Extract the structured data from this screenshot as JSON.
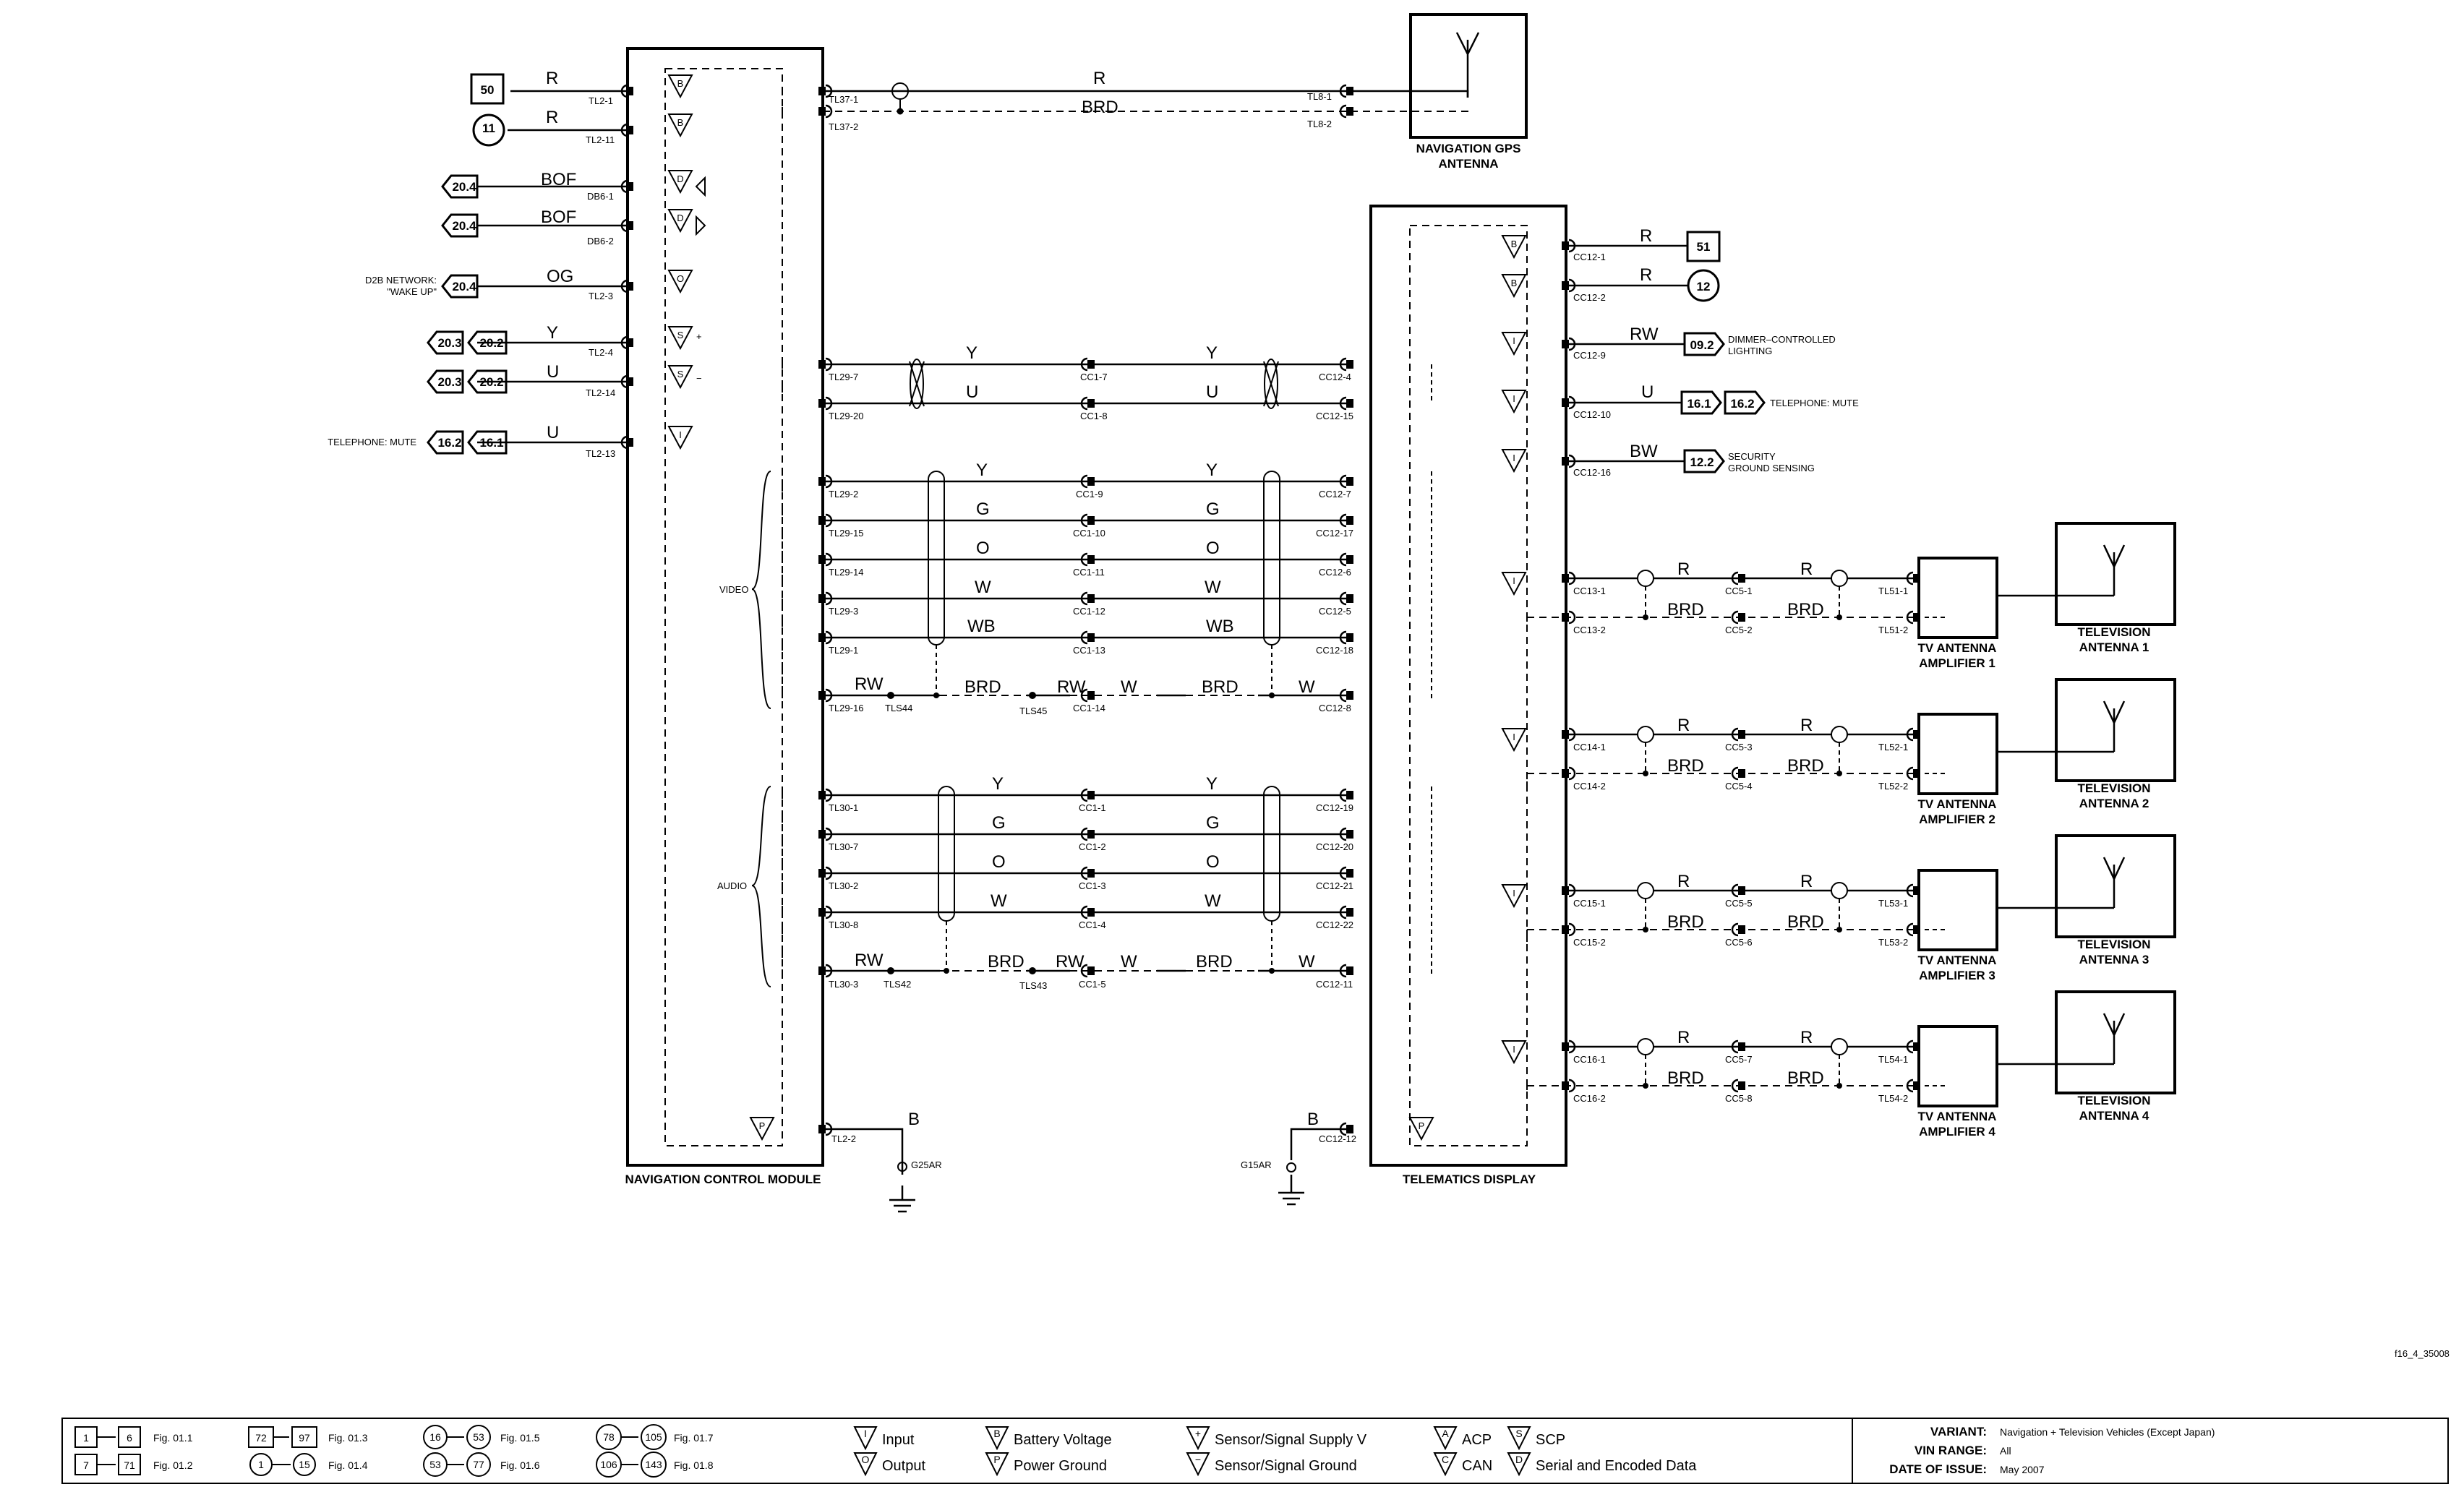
{
  "components": {
    "nav_module": "NAVIGATION CONTROL MODULE",
    "telematics": "TELEMATICS DISPLAY",
    "gps_antenna_l1": "NAVIGATION GPS",
    "gps_antenna_l2": "ANTENNA",
    "tv_amp_l1": "TV ANTENNA",
    "tv_amp": [
      "AMPLIFIER 1",
      "AMPLIFIER 2",
      "AMPLIFIER 3",
      "AMPLIFIER 4"
    ],
    "tv_ant_l1": "TELEVISION",
    "tv_ant": [
      "ANTENNA 1",
      "ANTENNA 2",
      "ANTENNA 3",
      "ANTENNA 4"
    ]
  },
  "groups": {
    "video": "VIDEO",
    "audio": "AUDIO"
  },
  "grounds": {
    "left": "G25AR",
    "right": "G15AR"
  },
  "left_refs": {
    "r50": "50",
    "r11": "11",
    "r204": "20.4",
    "r203": "20.3",
    "r202": "20.2",
    "r162": "16.2",
    "r161": "16.1",
    "d2b_l1": "D2B NETWORK:",
    "d2b_l2": "\"WAKE UP\"",
    "tel_mute": "TELEPHONE: MUTE"
  },
  "left_wires": {
    "R": "R",
    "BOF": "BOF",
    "OG": "OG",
    "Y": "Y",
    "U": "U"
  },
  "left_pins": [
    "TL2-1",
    "TL2-11",
    "DB6-1",
    "DB6-2",
    "TL2-3",
    "TL2-4",
    "TL2-14",
    "TL2-13"
  ],
  "gps": {
    "pins_l": [
      "TL37-1",
      "TL37-2"
    ],
    "pins_r": [
      "TL8-1",
      "TL8-2"
    ],
    "wire_r": "R",
    "wire_brd": "BRD"
  },
  "mid_top": {
    "pins_l": [
      "TL29-7",
      "TL29-20"
    ],
    "pins_c": [
      "CC1-7",
      "CC1-8"
    ],
    "pins_r": [
      "CC12-4",
      "CC12-15"
    ],
    "wires": [
      "Y",
      "U"
    ]
  },
  "video": {
    "pins_l": [
      "TL29-2",
      "TL29-15",
      "TL29-14",
      "TL29-3",
      "TL29-1",
      "TL29-16"
    ],
    "pins_c": [
      "CC1-9",
      "CC1-10",
      "CC1-11",
      "CC1-12",
      "CC1-13",
      "CC1-14"
    ],
    "pins_r": [
      "CC12-7",
      "CC12-17",
      "CC12-6",
      "CC12-5",
      "CC12-18",
      "CC12-8"
    ],
    "wires": [
      "Y",
      "G",
      "O",
      "W",
      "WB"
    ],
    "splices": [
      "TLS44",
      "TLS45"
    ]
  },
  "audio": {
    "pins_l": [
      "TL30-1",
      "TL30-7",
      "TL30-2",
      "TL30-8",
      "TL30-3"
    ],
    "pins_c": [
      "CC1-1",
      "CC1-2",
      "CC1-3",
      "CC1-4",
      "CC1-5"
    ],
    "pins_r": [
      "CC12-19",
      "CC12-20",
      "CC12-21",
      "CC12-22",
      "CC12-11"
    ],
    "wires": [
      "Y",
      "G",
      "O",
      "W"
    ],
    "splices": [
      "TLS42",
      "TLS43"
    ]
  },
  "shield_wires": {
    "RW": "RW",
    "BRD": "BRD",
    "W": "W"
  },
  "gnd": {
    "pin_l": "TL2-2",
    "pin_r": "CC12-12",
    "wire": "B"
  },
  "right_pins": [
    "CC12-1",
    "CC12-2",
    "CC12-9",
    "CC12-10",
    "CC12-16"
  ],
  "right_wires": {
    "R": "R",
    "RW": "RW",
    "U": "U",
    "BW": "BW"
  },
  "right_refs": {
    "r51": "51",
    "r12": "12",
    "r092": "09.2",
    "r161": "16.1",
    "r162": "16.2",
    "r122": "12.2",
    "dim_l1": "DIMMER–CONTROLLED",
    "dim_l2": "LIGHTING",
    "tel_mute": "TELEPHONE: MUTE",
    "sec_l1": "SECURITY",
    "sec_l2": "GROUND SENSING"
  },
  "tv": [
    {
      "pins_l": [
        "CC13-1",
        "CC13-2"
      ],
      "pins_c": [
        "CC5-1",
        "CC5-2"
      ],
      "pins_r": [
        "TL51-1",
        "TL51-2"
      ]
    },
    {
      "pins_l": [
        "CC14-1",
        "CC14-2"
      ],
      "pins_c": [
        "CC5-3",
        "CC5-4"
      ],
      "pins_r": [
        "TL52-1",
        "TL52-2"
      ]
    },
    {
      "pins_l": [
        "CC15-1",
        "CC15-2"
      ],
      "pins_c": [
        "CC5-5",
        "CC5-6"
      ],
      "pins_r": [
        "TL53-1",
        "TL53-2"
      ]
    },
    {
      "pins_l": [
        "CC16-1",
        "CC16-2"
      ],
      "pins_c": [
        "CC5-7",
        "CC5-8"
      ],
      "pins_r": [
        "TL54-1",
        "TL54-2"
      ]
    }
  ],
  "tv_wires": {
    "R": "R",
    "BRD": "BRD"
  },
  "pin_sym": {
    "B": "B",
    "D": "D",
    "O": "O",
    "S": "S",
    "I": "I",
    "P": "P",
    "plus": "+",
    "minus": "−"
  },
  "fig_code": "f16_4_35008",
  "legend": {
    "figs": [
      {
        "a": "1",
        "b": "6",
        "fig": "Fig. 01.1"
      },
      {
        "a": "7",
        "b": "71",
        "fig": "Fig. 01.2"
      },
      {
        "a": "72",
        "b": "97",
        "fig": "Fig. 01.3"
      },
      {
        "a": "1",
        "b": "15",
        "fig": "Fig. 01.4"
      },
      {
        "a": "16",
        "b": "53",
        "fig": "Fig. 01.5"
      },
      {
        "a": "53",
        "b": "77",
        "fig": "Fig. 01.6"
      },
      {
        "a": "78",
        "b": "105",
        "fig": "Fig. 01.7"
      },
      {
        "a": "106",
        "b": "143",
        "fig": "Fig. 01.8"
      }
    ],
    "symbols": {
      "input": "Input",
      "output": "Output",
      "battery": "Battery Voltage",
      "power_gnd": "Power Ground",
      "sens_supply": "Sensor/Signal Supply V",
      "sens_gnd": "Sensor/Signal Ground",
      "acp": "ACP",
      "can": "CAN",
      "scp": "SCP",
      "serial": "Serial and Encoded Data"
    },
    "sym_letters": {
      "I": "I",
      "O": "O",
      "B": "B",
      "P": "P",
      "plus": "+",
      "minus": "−",
      "A": "A",
      "C": "C",
      "S": "S",
      "D": "D"
    }
  },
  "info": {
    "variant_label": "VARIANT:",
    "variant": "Navigation + Television Vehicles (Except Japan)",
    "vin_label": "VIN RANGE:",
    "vin": "All",
    "date_label": "DATE OF ISSUE:",
    "date": "May 2007"
  }
}
